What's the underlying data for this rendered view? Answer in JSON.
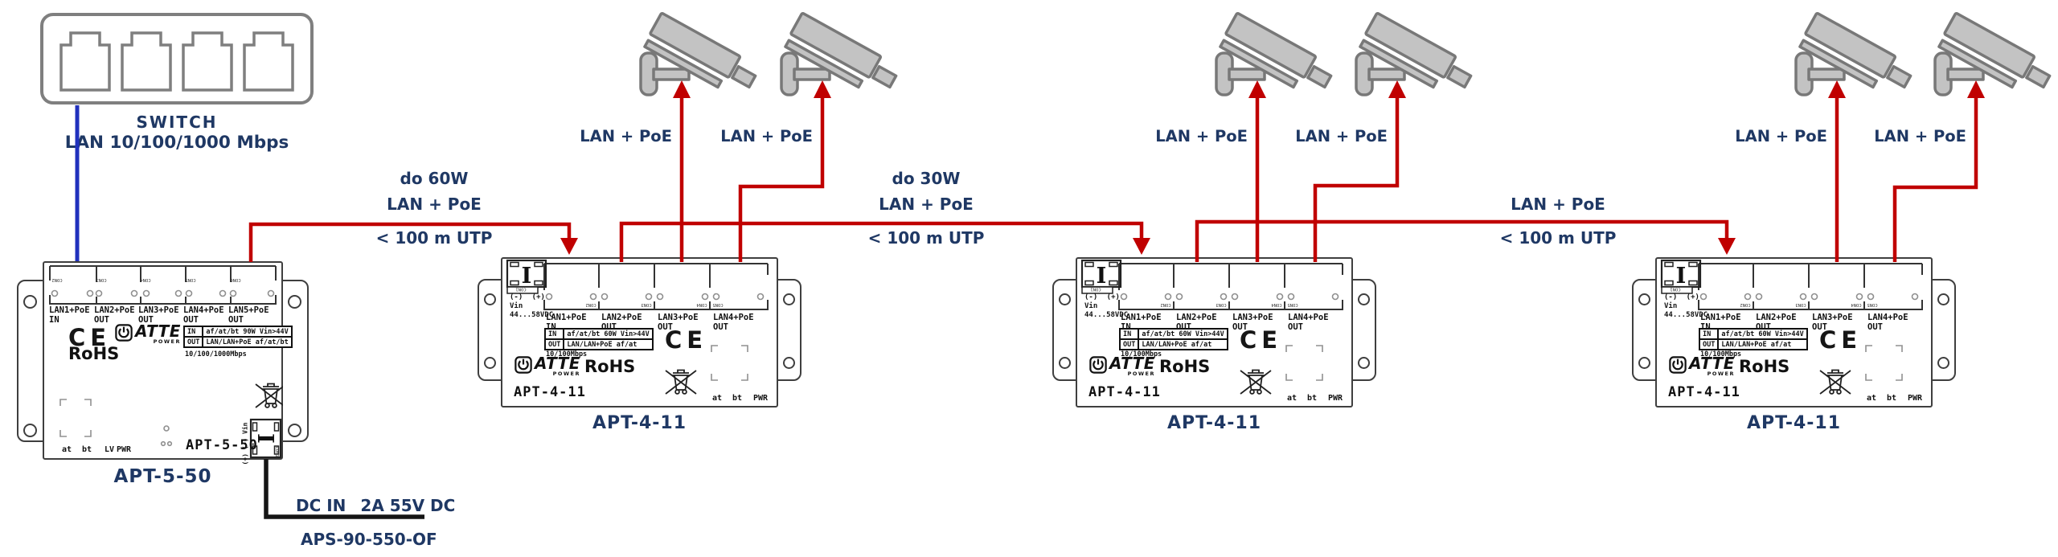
{
  "colors": {
    "navy": "#1f3864",
    "red": "#c00000",
    "blue": "#2131bd",
    "black": "#151515",
    "device_stroke": "#3f3f3f",
    "gray": "#8f8f8f",
    "camera_fill": "#c3c3c3",
    "camera_stroke": "#787878"
  },
  "switch": {
    "title": "SWITCH",
    "subtitle": "LAN 10/100/1000 Mbps"
  },
  "shared": {
    "ce": "CE",
    "rohs": "RoHS",
    "brand": "ATTE",
    "brand_sub": "POWER",
    "micro": [
      "CON1",
      "CON2",
      "CON3",
      "CON4",
      "CON5",
      "CON6"
    ]
  },
  "devices": [
    {
      "model": "APT-5-50",
      "caption": "APT-5-50",
      "ports": [
        {
          "name": "LAN1+PoE",
          "dir": "IN"
        },
        {
          "name": "LAN2+PoE",
          "dir": "OUT"
        },
        {
          "name": "LAN3+PoE",
          "dir": "OUT"
        },
        {
          "name": "LAN4+PoE",
          "dir": "OUT"
        },
        {
          "name": "LAN5+PoE",
          "dir": "OUT"
        }
      ],
      "spec": {
        "in_label": "IN",
        "in_value": "af/at/bt 90W Vin>44V",
        "out_label": "OUT",
        "out_value": "LAN/LAN+PoE af/at/bt",
        "speed": "10/100/1000Mbps"
      },
      "leds": [
        "at",
        "bt",
        "LV",
        "PWR"
      ],
      "psu_vertical": "(+) (-) Vin"
    },
    {
      "model": "APT-4-11",
      "caption": "APT-4-11",
      "ports": [
        {
          "name": "LAN1+PoE",
          "dir": "IN"
        },
        {
          "name": "LAN2+PoE",
          "dir": "OUT"
        },
        {
          "name": "LAN3+PoE",
          "dir": "OUT"
        },
        {
          "name": "LAN4+PoE",
          "dir": "OUT"
        }
      ],
      "spec": {
        "in_label": "IN",
        "in_value": "af/at/bt 60W Vin>44V",
        "out_label": "OUT",
        "out_value": "LAN/LAN+PoE af/at",
        "speed": "10/100Mbps"
      },
      "leds": [
        "at",
        "bt",
        "PWR"
      ],
      "psu": {
        "polarity": "(-) (+)",
        "vin": "Vin",
        "range": "44...58VDC"
      }
    },
    {
      "model": "APT-4-11",
      "caption": "APT-4-11",
      "ports": [
        {
          "name": "LAN1+PoE",
          "dir": "IN"
        },
        {
          "name": "LAN2+PoE",
          "dir": "OUT"
        },
        {
          "name": "LAN3+PoE",
          "dir": "OUT"
        },
        {
          "name": "LAN4+PoE",
          "dir": "OUT"
        }
      ],
      "spec": {
        "in_label": "IN",
        "in_value": "af/at/bt 60W Vin>44V",
        "out_label": "OUT",
        "out_value": "LAN/LAN+PoE af/at",
        "speed": "10/100Mbps"
      },
      "leds": [
        "at",
        "bt",
        "PWR"
      ],
      "psu": {
        "polarity": "(-) (+)",
        "vin": "Vin",
        "range": "44...58VDC"
      }
    },
    {
      "model": "APT-4-11",
      "caption": "APT-4-11",
      "ports": [
        {
          "name": "LAN1+PoE",
          "dir": "IN"
        },
        {
          "name": "LAN2+PoE",
          "dir": "OUT"
        },
        {
          "name": "LAN3+PoE",
          "dir": "OUT"
        },
        {
          "name": "LAN4+PoE",
          "dir": "OUT"
        }
      ],
      "spec": {
        "in_label": "IN",
        "in_value": "af/at/bt 60W Vin>44V",
        "out_label": "OUT",
        "out_value": "LAN/LAN+PoE af/at",
        "speed": "10/100Mbps"
      },
      "leds": [
        "at",
        "bt",
        "PWR"
      ],
      "psu": {
        "polarity": "(-) (+)",
        "vin": "Vin",
        "range": "44...58VDC"
      }
    }
  ],
  "links": {
    "link1": {
      "power": "do 60W",
      "medium": "LAN + PoE",
      "distance": "< 100 m UTP"
    },
    "link2": {
      "power": "do 30W",
      "medium": "LAN + PoE",
      "distance": "< 100 m UTP"
    },
    "link3": {
      "medium": "LAN + PoE",
      "distance": "< 100 m UTP"
    }
  },
  "cameras": [
    {
      "label": "LAN + PoE"
    },
    {
      "label": "LAN + PoE"
    },
    {
      "label": "LAN + PoE"
    },
    {
      "label": "LAN + PoE"
    },
    {
      "label": "LAN + PoE"
    },
    {
      "label": "LAN + PoE"
    }
  ],
  "dc": {
    "label": "DC IN",
    "rating": "2A 55V DC",
    "model": "APS-90-550-OF"
  }
}
